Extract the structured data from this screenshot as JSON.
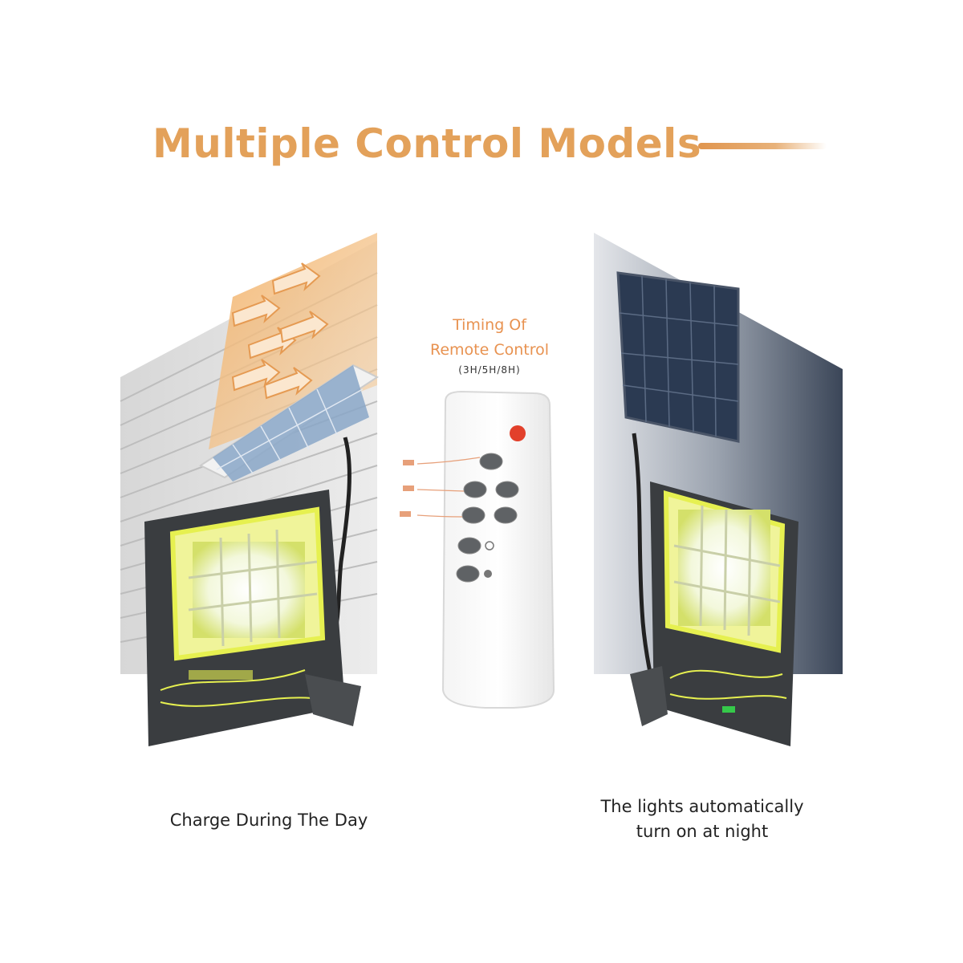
{
  "header": {
    "title": "Multiple Control Models"
  },
  "remote": {
    "title_line1": "Timing Of",
    "title_line2": "Remote Control",
    "subtitle": "(3H/5H/8H)"
  },
  "captions": {
    "left": "Charge During The Day",
    "right_line1": "The lights automatically",
    "right_line2": "turn on at night"
  },
  "colors": {
    "accent": "#e3a15a",
    "light_glow": "#eaf35a",
    "housing": "#3a3d40",
    "night_sky": "#3e4a5e"
  },
  "icons": [
    "sun-arrow-icon",
    "solar-panel-icon",
    "flood-light-icon",
    "remote-control-icon"
  ]
}
